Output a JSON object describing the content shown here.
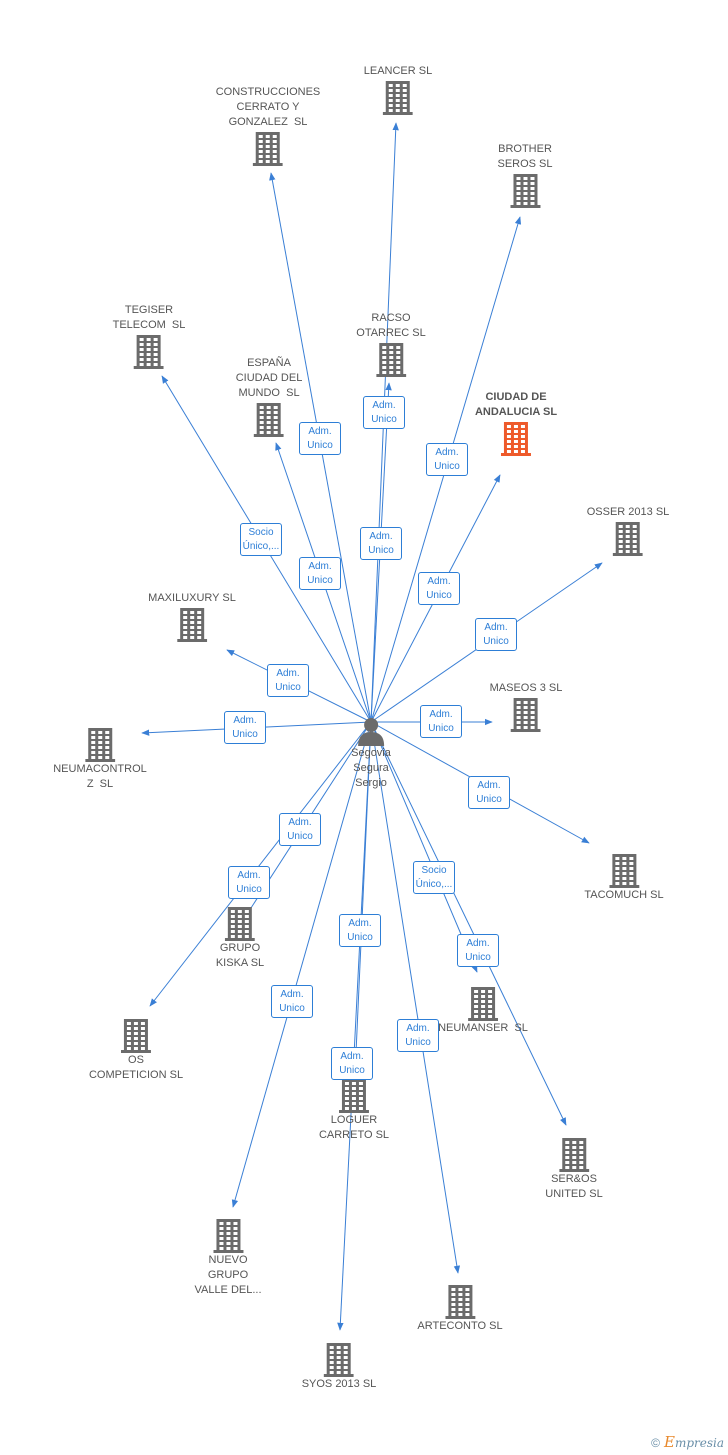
{
  "center": {
    "name_lines": [
      "Segovia",
      "Segura",
      "Sergio"
    ]
  },
  "companies": [
    {
      "id": "leancer",
      "label": "LEANCER SL",
      "highlight": false
    },
    {
      "id": "construcciones",
      "label": "CONSTRUCCIONES\nCERRATO Y\nGONZALEZ  SL",
      "highlight": false
    },
    {
      "id": "brother",
      "label": "BROTHER\nSEROS SL",
      "highlight": false
    },
    {
      "id": "tegiser",
      "label": "TEGISER\nTELECOM  SL",
      "highlight": false
    },
    {
      "id": "racso",
      "label": "RACSO\nOTARREC SL",
      "highlight": false
    },
    {
      "id": "espana",
      "label": "ESPAÑA\nCIUDAD DEL\nMUNDO  SL",
      "highlight": false
    },
    {
      "id": "ciudad",
      "label": "CIUDAD DE\nANDALUCIA SL",
      "highlight": true
    },
    {
      "id": "osser",
      "label": "OSSER 2013 SL",
      "highlight": false
    },
    {
      "id": "maxiluxury",
      "label": "MAXILUXURY SL",
      "highlight": false
    },
    {
      "id": "maseos",
      "label": "MASEOS 3 SL",
      "highlight": false
    },
    {
      "id": "neumacontrol",
      "label": "NEUMACONTROL\nZ  SL",
      "highlight": false
    },
    {
      "id": "tacomuch",
      "label": "TACOMUCH SL",
      "highlight": false
    },
    {
      "id": "grupokiska",
      "label": "GRUPO\nKISKA SL",
      "highlight": false
    },
    {
      "id": "neumanser",
      "label": "NEUMANSER  SL",
      "highlight": false
    },
    {
      "id": "oscompeticion",
      "label": "OS\nCOMPETICION SL",
      "highlight": false
    },
    {
      "id": "loguer",
      "label": "LOGUER\nCARRETO SL",
      "highlight": false
    },
    {
      "id": "seros",
      "label": "SER&OS\nUNITED SL",
      "highlight": false
    },
    {
      "id": "nuevogrupo",
      "label": "NUEVO\nGRUPO\nVALLE DEL...",
      "highlight": false
    },
    {
      "id": "arteconto",
      "label": "ARTECONTO SL",
      "highlight": false
    },
    {
      "id": "syos",
      "label": "SYOS 2013 SL",
      "highlight": false
    }
  ],
  "relations": [
    {
      "to": "leancer",
      "label": "Adm.\nUnico"
    },
    {
      "to": "construcciones",
      "label": "Adm.\nUnico"
    },
    {
      "to": "brother",
      "label": "Adm.\nUnico"
    },
    {
      "to": "tegiser",
      "label": "Socio\nÚnico,..."
    },
    {
      "to": "racso",
      "label": "Adm.\nUnico"
    },
    {
      "to": "espana",
      "label": "Adm.\nUnico"
    },
    {
      "to": "ciudad",
      "label": "Adm.\nUnico"
    },
    {
      "to": "osser",
      "label": "Adm.\nUnico"
    },
    {
      "to": "maxiluxury",
      "label": "Adm.\nUnico"
    },
    {
      "to": "maseos",
      "label": "Adm.\nUnico"
    },
    {
      "to": "neumacontrol",
      "label": "Adm.\nUnico"
    },
    {
      "to": "tacomuch",
      "label": "Adm.\nUnico"
    },
    {
      "to": "grupokiska",
      "label": "Adm.\nUnico"
    },
    {
      "to": "neumanser",
      "label": "Socio\nÚnico,..."
    },
    {
      "to": "oscompeticion",
      "label": "Adm.\nUnico"
    },
    {
      "to": "loguer",
      "label": "Adm.\nUnico"
    },
    {
      "to": "seros",
      "label": "Adm.\nUnico"
    },
    {
      "to": "nuevogrupo",
      "label": "Adm.\nUnico"
    },
    {
      "to": "arteconto",
      "label": "Adm.\nUnico"
    },
    {
      "to": "syos",
      "label": "Adm.\nUnico"
    }
  ],
  "colors": {
    "edge": "#3a7fd5",
    "building": "#6b6b6b",
    "building_highlight": "#ee5a2b",
    "person": "#6b6b6b"
  },
  "footer": {
    "copyright": "©",
    "brand_initial": "E",
    "brand_rest": "mpresia"
  }
}
